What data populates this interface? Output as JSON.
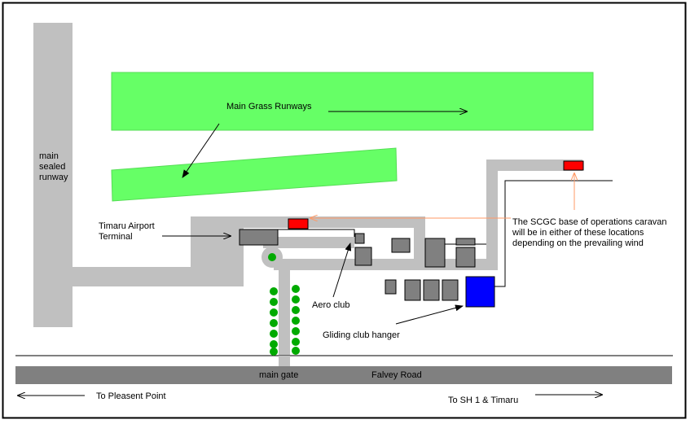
{
  "labels": {
    "main_grass_runways": "Main Grass Runways",
    "main_sealed_runway_l1": "main",
    "main_sealed_runway_l2": "sealed",
    "main_sealed_runway_l3": "runway",
    "terminal_l1": "Timaru Airport",
    "terminal_l2": "Terminal",
    "scgc_l1": "The SCGC base of operations caravan",
    "scgc_l2": "will be in either of these locations",
    "scgc_l3": "depending on the prevailing wind",
    "aero_club": "Aero club",
    "gliding_club_hanger": "Gliding club hanger",
    "main_gate": "main gate",
    "falvey_road": "Falvey Road",
    "to_pleasent_point": "To Pleasent Point",
    "to_sh1_timaru": "To SH 1 & Timaru"
  },
  "colors": {
    "grass": "#66ff66",
    "sealed": "#c0c0c0",
    "building": "#808080",
    "caravan": "#ff0000",
    "hangar": "#0000ff",
    "tree": "#00aa00",
    "road": "#808080",
    "pointer": "#ff9966"
  }
}
